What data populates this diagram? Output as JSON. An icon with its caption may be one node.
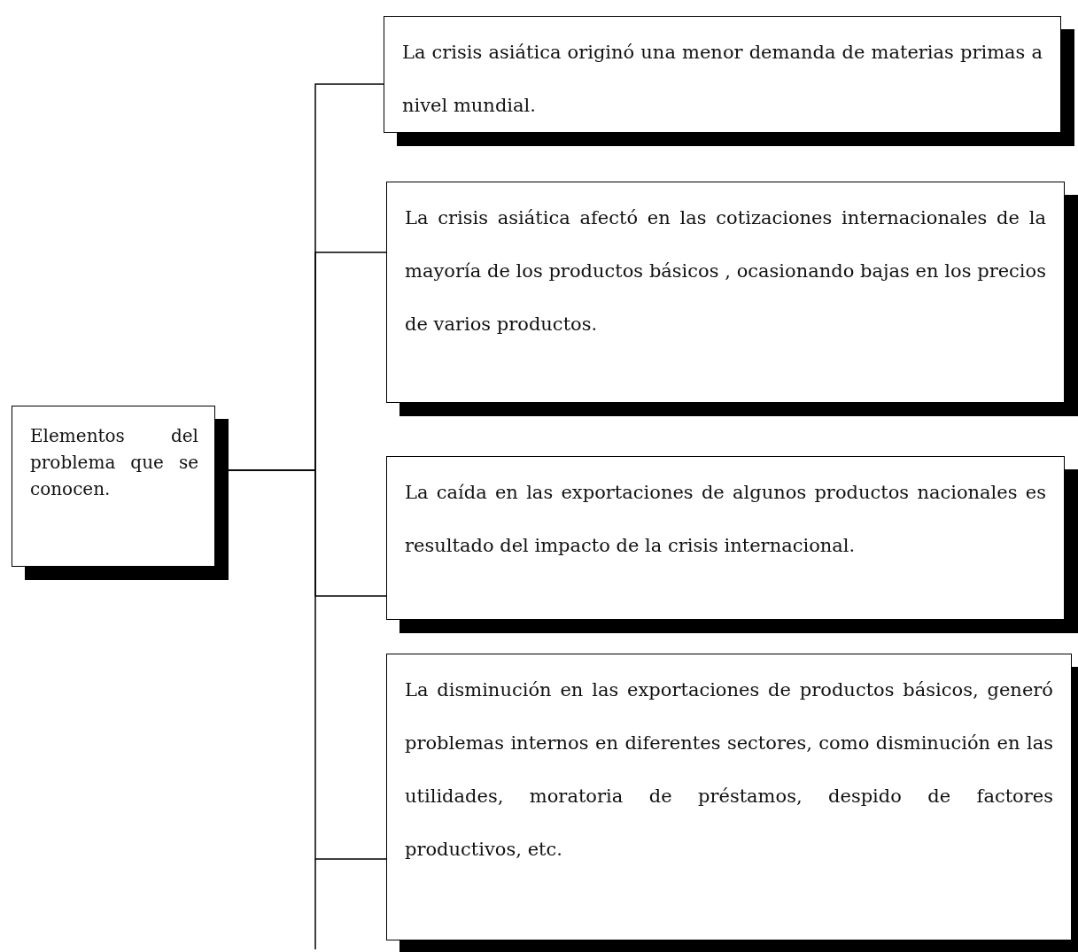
{
  "diagram": {
    "nodes": [
      {
        "text": [
          "Elementos del problema que se conocen."
        ]
      },
      {
        "text": [
          "La crisis asiática originó una menor demanda de materias primas a nivel mundial."
        ]
      },
      {
        "text": [
          "La crisis asiática afectó en las cotizaciones internacionales de la mayoría de los productos básicos , ocasionando bajas en los precios de varios productos."
        ]
      },
      {
        "text": [
          "La caída en las exportaciones de algunos productos nacionales es resultado del impacto de la crisis internacional."
        ]
      },
      {
        "text": [
          "La disminución en las exportaciones de productos básicos, generó problemas internos en diferentes sectores, como disminución en las utilidades, moratoria de préstamos, despido de factores productivos, etc."
        ]
      }
    ],
    "edges": [
      {
        "from": 0,
        "to": 1,
        "arrow": "none"
      },
      {
        "from": 0,
        "to": 2,
        "arrow": "none"
      },
      {
        "from": 0,
        "to": 3,
        "arrow": "none"
      },
      {
        "from": 0,
        "to": 4,
        "arrow": "none"
      }
    ]
  }
}
